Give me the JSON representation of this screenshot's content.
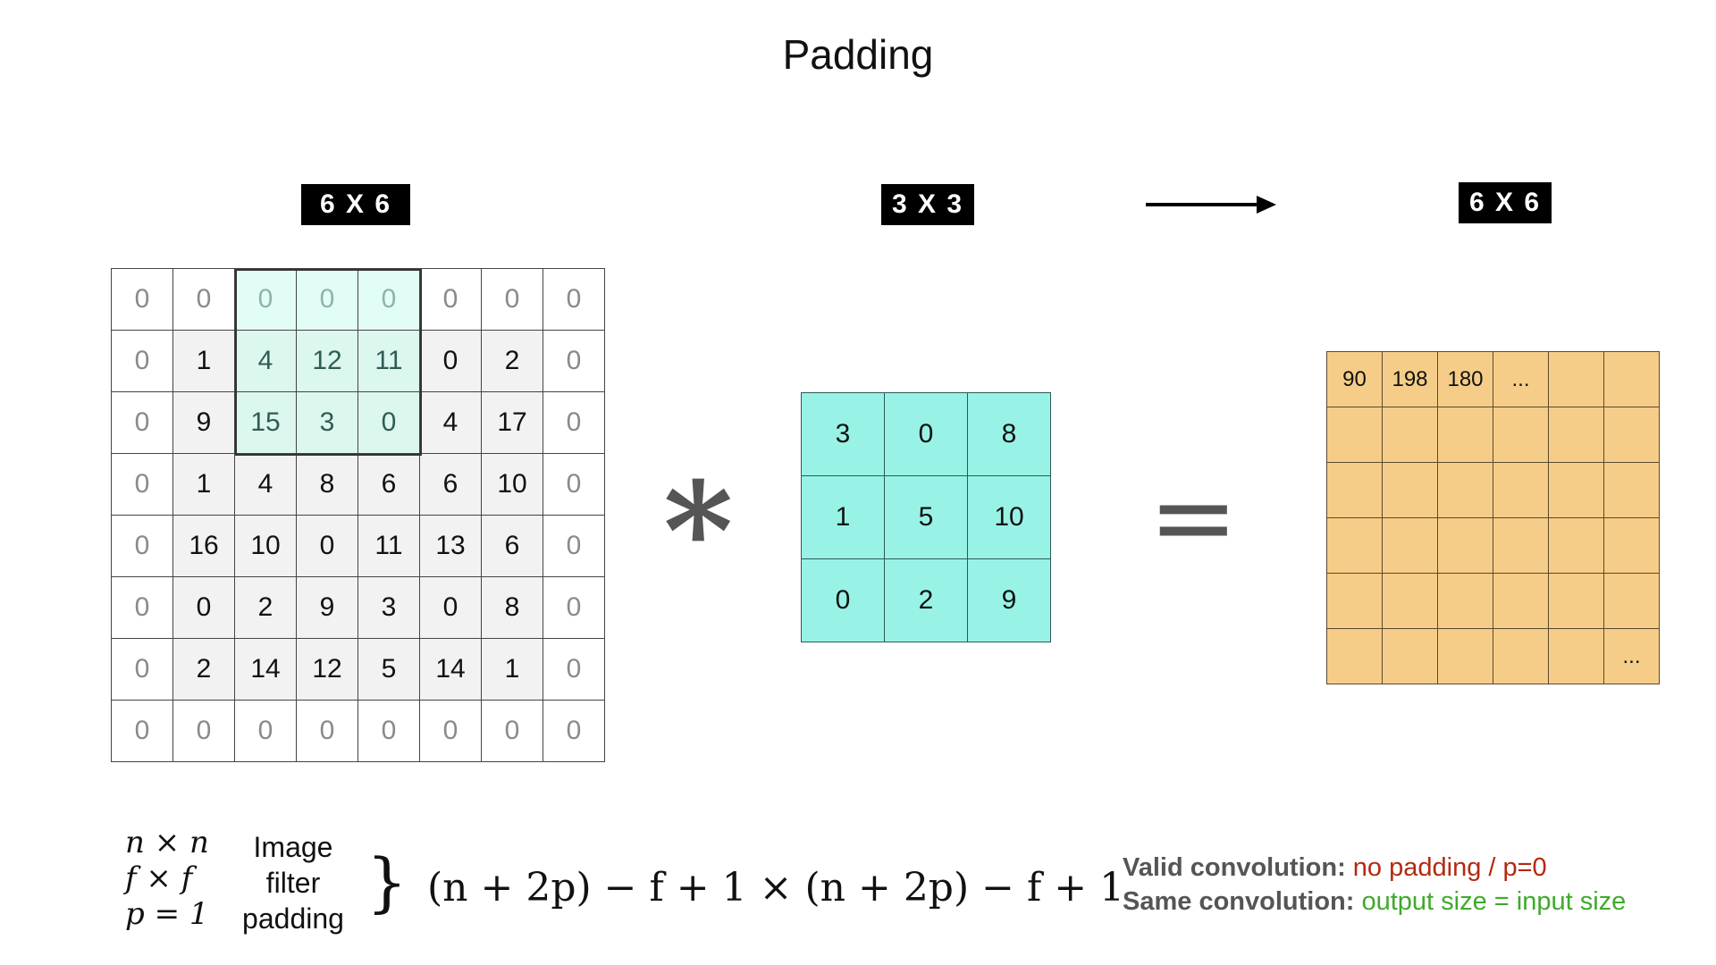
{
  "title": "Padding",
  "labels": {
    "input": "6 X 6",
    "kernel": "3 X 3",
    "output": "6 X 6"
  },
  "operators": {
    "convolve": "*",
    "equals": "="
  },
  "input_matrix": [
    [
      "0",
      "0",
      "0",
      "0",
      "0",
      "0",
      "0",
      "0"
    ],
    [
      "0",
      "1",
      "4",
      "12",
      "11",
      "0",
      "2",
      "0"
    ],
    [
      "0",
      "9",
      "15",
      "3",
      "0",
      "4",
      "17",
      "0"
    ],
    [
      "0",
      "1",
      "4",
      "8",
      "6",
      "6",
      "10",
      "0"
    ],
    [
      "0",
      "16",
      "10",
      "0",
      "11",
      "13",
      "6",
      "0"
    ],
    [
      "0",
      "0",
      "2",
      "9",
      "3",
      "0",
      "8",
      "0"
    ],
    [
      "0",
      "2",
      "14",
      "12",
      "5",
      "14",
      "1",
      "0"
    ],
    [
      "0",
      "0",
      "0",
      "0",
      "0",
      "0",
      "0",
      "0"
    ]
  ],
  "kernel_matrix": [
    [
      "3",
      "0",
      "8"
    ],
    [
      "1",
      "5",
      "10"
    ],
    [
      "0",
      "2",
      "9"
    ]
  ],
  "output_matrix": [
    [
      "90",
      "198",
      "180",
      "...",
      "",
      ""
    ],
    [
      "",
      "",
      "",
      "",
      "",
      ""
    ],
    [
      "",
      "",
      "",
      "",
      "",
      ""
    ],
    [
      "",
      "",
      "",
      "",
      "",
      ""
    ],
    [
      "",
      "",
      "",
      "",
      "",
      ""
    ],
    [
      "",
      "",
      "",
      "",
      "",
      "..."
    ]
  ],
  "formula": {
    "left": [
      "n × n",
      "f × f",
      "p = 1"
    ],
    "labels": [
      "Image",
      "filter",
      "padding"
    ],
    "brace": "}",
    "main": "(n + 2p) − f + 1 × (n + 2p) − f + 1"
  },
  "notes": {
    "valid_key": "Valid convolution:",
    "valid_value": "no padding / p=0",
    "same_key": "Same convolution:",
    "same_value": "output size = input size"
  },
  "colors": {
    "kernel_fill": "#98f3e6",
    "output_fill": "#f5cd88",
    "window_highlight": "#dcf7ee",
    "valid_text": "#b22a10",
    "same_text": "#3faa2a"
  }
}
